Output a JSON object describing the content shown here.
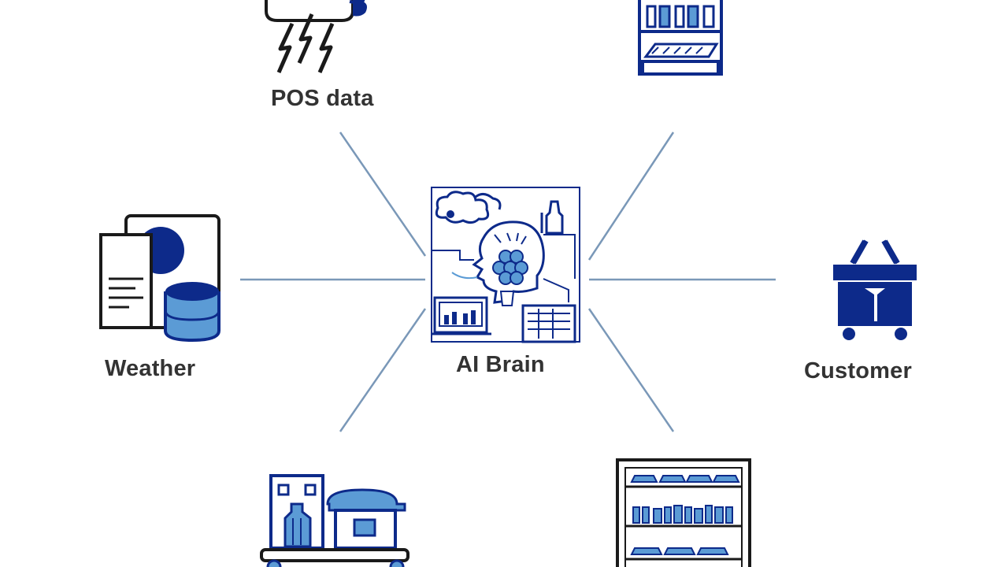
{
  "nodes": {
    "center": {
      "label": "AI Brain",
      "icon": "ai-brain-icon"
    },
    "top_left": {
      "label": "POS data",
      "icon": "storm-cloud-icon"
    },
    "top_right": {
      "label": "",
      "icon": "store-shelf-icon"
    },
    "left": {
      "label": "Weather",
      "icon": "weather-document-database-icon"
    },
    "right": {
      "label": "Customer",
      "icon": "shopping-basket-icon"
    },
    "bottom_left": {
      "label": "",
      "icon": "warehouse-cart-icon"
    },
    "bottom_right": {
      "label": "",
      "icon": "inventory-shelves-icon"
    }
  },
  "colors": {
    "navy": "#0d2a8a",
    "light_blue": "#5b9bd5",
    "connector": "#7a98b8",
    "text": "#333333"
  }
}
